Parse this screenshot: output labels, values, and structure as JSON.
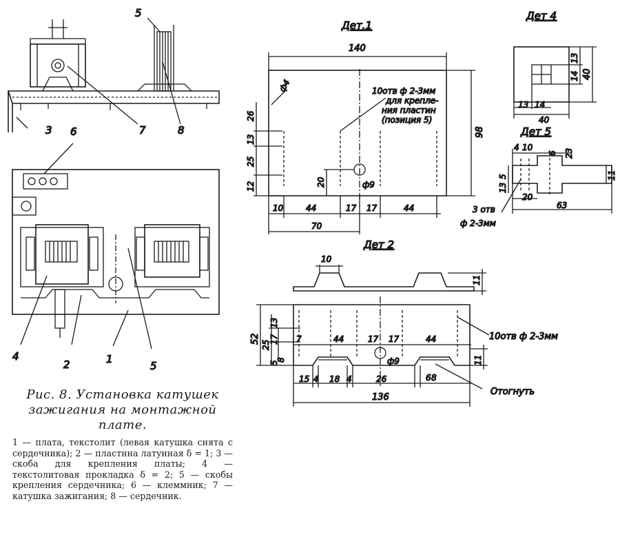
{
  "figure": {
    "caption_title": "Рис. 8. Установка катушек зажигания на монтажной плате.",
    "legend": "1 — плата, текстолит (левая катушка снята с сердечника); 2 — пластнна латунная δ = 1; 3 — скоба для крепления платы; 4 — текстолитовая прокладка δ = 2; 5 — скобы крепления сердечника; 6 — клеммник; 7 — катушка зажигания; 8 — сердечник."
  },
  "callouts": {
    "c1": "1",
    "c2": "2",
    "c3": "3",
    "c4": "4",
    "c5": "5",
    "c6": "6",
    "c7": "7",
    "c8": "8",
    "c5top": "5"
  },
  "det1": {
    "title": "Дет.1",
    "w140": "140",
    "h98": "98",
    "phi4": "ф4",
    "note": [
      "10отв ф 2-3мм",
      "для крепле-",
      "ния пластин",
      "(позиция 5)"
    ],
    "left": [
      "26",
      "13",
      "25",
      "12"
    ],
    "d20": "20",
    "phi9": "ф9",
    "bottom": [
      "10",
      "44",
      "17",
      "17",
      "44"
    ],
    "d70": "70"
  },
  "det4": {
    "title": "Дет 4",
    "d13": "13",
    "d14": "14",
    "d40v": "40",
    "b13": "13",
    "b14": "14",
    "b40": "40"
  },
  "det5": {
    "title": "Дет 5",
    "top": [
      "4",
      "10",
      "6",
      "23"
    ],
    "left": [
      "5",
      "13"
    ],
    "d11": "11",
    "d20": "20",
    "d63": "63",
    "holes": [
      "3 отв",
      "ф 2-3мм"
    ]
  },
  "det2": {
    "title": "Дет 2",
    "d10": "10",
    "d11a": "11",
    "d52": "52",
    "left": [
      "13",
      "25",
      "17",
      "5",
      "8"
    ],
    "d7": "7",
    "mid": [
      "44",
      "17",
      "17",
      "44"
    ],
    "phi9": "ф9",
    "d11b": "11",
    "bottom": [
      "15",
      "4",
      "18",
      "4",
      "26",
      "6",
      "8"
    ],
    "d136": "136",
    "note": "10отв ф 2-3мм",
    "bend": "Отогнуть"
  }
}
